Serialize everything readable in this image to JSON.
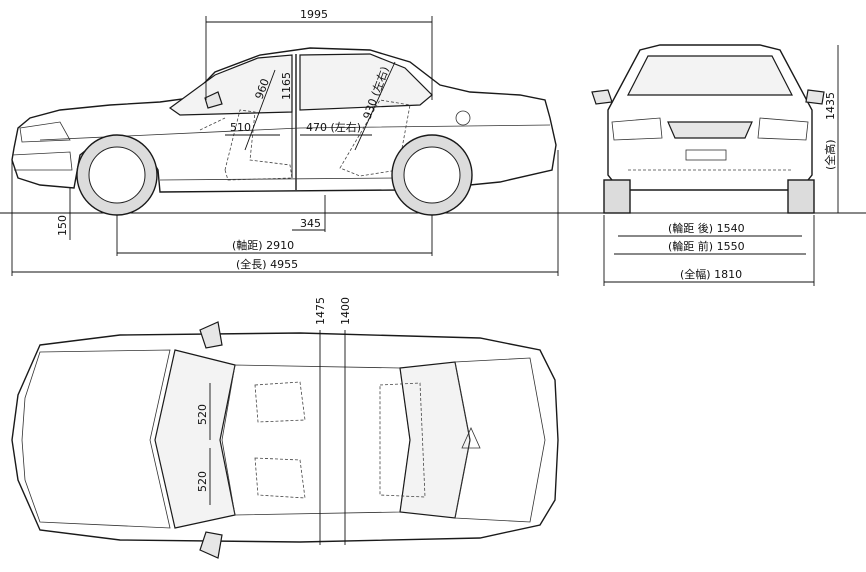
{
  "dimensions": {
    "overhang_top": "1995",
    "height_inner_1": "1165",
    "seat_diag_front": "960",
    "seat_diag_rear": "930 (左右)",
    "front_legroom": "510",
    "rear_width": "470 (左右)",
    "floor_gap": "345",
    "ground_clearance": "150",
    "wheelbase": "(軸距) 2910",
    "overall_length": "(全長) 4955",
    "rear_track": "(輪距 後) 1540",
    "front_track": "(輪距 前) 1550",
    "overall_width": "(全幅) 1810",
    "overall_height_label": "(全高)",
    "overall_height_value": "1435",
    "interior_width_front": "1475",
    "interior_width_rear": "1400",
    "seat_width_upper": "520",
    "seat_width_lower": "520"
  },
  "colors": {
    "ink": "#1a1a1a",
    "paper": "#ffffff"
  }
}
